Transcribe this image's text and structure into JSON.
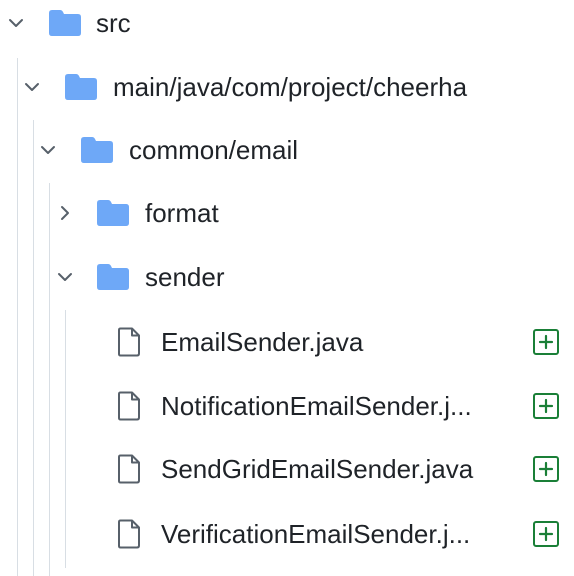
{
  "tree": {
    "src": {
      "label": "src",
      "icon": "folder-icon",
      "state": "expanded"
    },
    "main": {
      "label": "main/java/com/project/cheerha",
      "icon": "folder-icon",
      "state": "expanded"
    },
    "common_email": {
      "label": "common/email",
      "icon": "folder-icon",
      "state": "expanded"
    },
    "format": {
      "label": "format",
      "icon": "folder-icon",
      "state": "collapsed"
    },
    "sender": {
      "label": "sender",
      "icon": "folder-icon",
      "state": "expanded"
    },
    "files": [
      {
        "label": "EmailSender.java",
        "icon": "file-icon",
        "status": "added"
      },
      {
        "label": "NotificationEmailSender.j...",
        "icon": "file-icon",
        "status": "added"
      },
      {
        "label": "SendGridEmailSender.java",
        "icon": "file-icon",
        "status": "added"
      },
      {
        "label": "VerificationEmailSender.j...",
        "icon": "file-icon",
        "status": "added"
      }
    ]
  },
  "colors": {
    "folder": "#6ea8f7",
    "chevron": "#57606a",
    "file_outline": "#57606a",
    "added_status": "#1a7f37",
    "guide_line": "#d8dee4"
  }
}
